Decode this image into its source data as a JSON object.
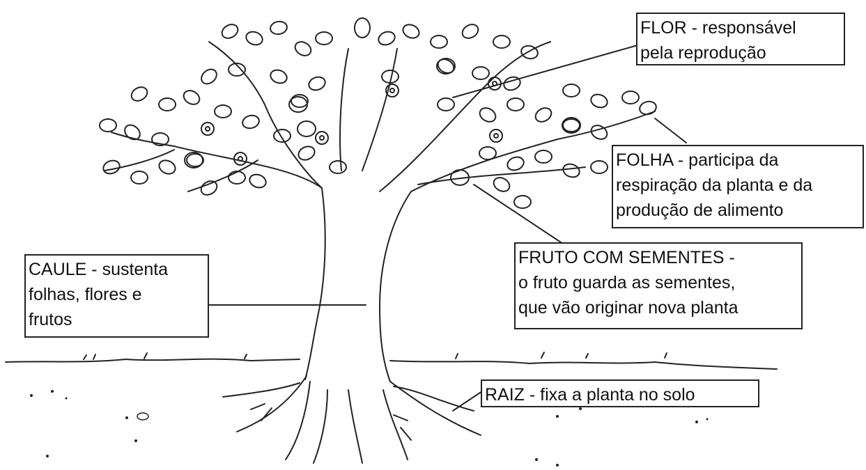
{
  "figure": {
    "labels": {
      "flor": [
        "FLOR - responsável",
        "pela reprodução"
      ],
      "folha": [
        "FOLHA - participa da",
        "respiração da planta e da",
        "produção de alimento"
      ],
      "fruto": [
        "FRUTO COM SEMENTES -",
        "o fruto guarda as sementes,",
        "que vão originar nova planta"
      ],
      "caule": [
        "CAULE - sustenta",
        "folhas, flores e",
        "frutos"
      ],
      "raiz": [
        "RAIZ - fixa a planta no solo"
      ]
    }
  }
}
